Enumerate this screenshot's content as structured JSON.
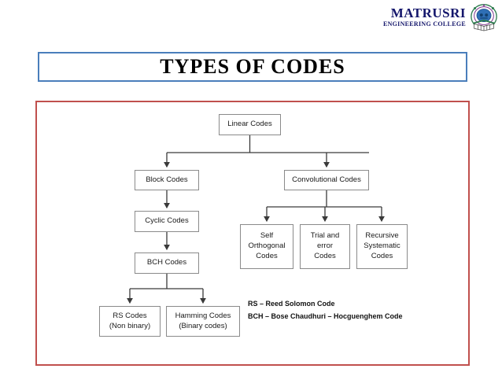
{
  "brand": {
    "name": "MATRUSRI",
    "subtitle": "ENGINEERING COLLEGE",
    "logo_icon": "college-crest-logo",
    "colors": {
      "text": "#14166b",
      "crest_green": "#2e7d4f",
      "crest_blue": "#2f6fb5"
    }
  },
  "slide": {
    "title": "TYPES OF CODES",
    "title_border_color": "#4a7ebb",
    "frame_border_color": "#c0504d"
  },
  "diagram": {
    "type": "tree",
    "nodes": {
      "linear": "Linear Codes",
      "block": "Block Codes",
      "convolutional": "Convolutional Codes",
      "cyclic": "Cyclic Codes",
      "bch": "BCH Codes",
      "self_orthogonal": {
        "line1": "Self",
        "line2": "Orthogonal",
        "line3": "Codes"
      },
      "trial_error": {
        "line1": "Trial and",
        "line2": "error",
        "line3": "Codes"
      },
      "recursive_systematic": {
        "line1": "Recursive",
        "line2": "Systematic",
        "line3": "Codes"
      },
      "rs": {
        "line1": "RS Codes",
        "line2": "(Non binary)"
      },
      "hamming": {
        "line1": "Hamming Codes",
        "line2": "(Binary codes)"
      }
    },
    "edges": [
      {
        "from": "linear",
        "to": "block"
      },
      {
        "from": "linear",
        "to": "convolutional"
      },
      {
        "from": "block",
        "to": "cyclic"
      },
      {
        "from": "cyclic",
        "to": "bch"
      },
      {
        "from": "bch",
        "to": "rs"
      },
      {
        "from": "bch",
        "to": "hamming"
      },
      {
        "from": "convolutional",
        "to": "self_orthogonal"
      },
      {
        "from": "convolutional",
        "to": "trial_error"
      },
      {
        "from": "convolutional",
        "to": "recursive_systematic"
      }
    ]
  },
  "legend": {
    "line1": "RS – Reed Solomon Code",
    "line2": "BCH – Bose Chaudhuri – Hocguenghem Code"
  }
}
